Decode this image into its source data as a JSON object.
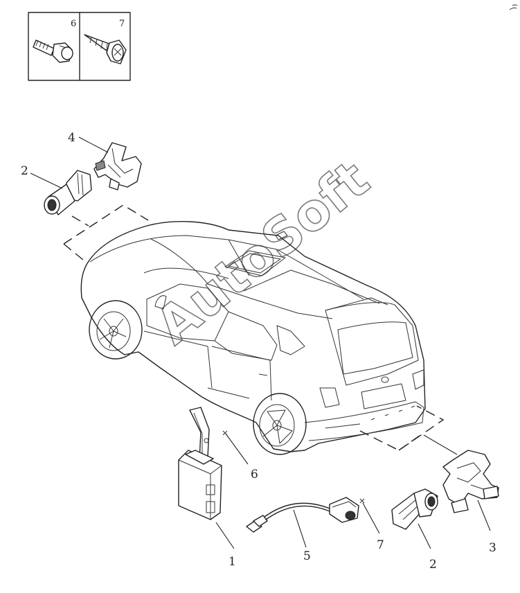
{
  "watermark": "AutoSoft",
  "inset": {
    "cells": [
      {
        "label": "6",
        "icon": "bolt-icon"
      },
      {
        "label": "7",
        "icon": "screw-icon"
      }
    ]
  },
  "callouts": {
    "c1": "1",
    "c2a": "2",
    "c2b": "2",
    "c3": "3",
    "c4": "4",
    "c5": "5",
    "c6": "6",
    "c7": "7"
  }
}
